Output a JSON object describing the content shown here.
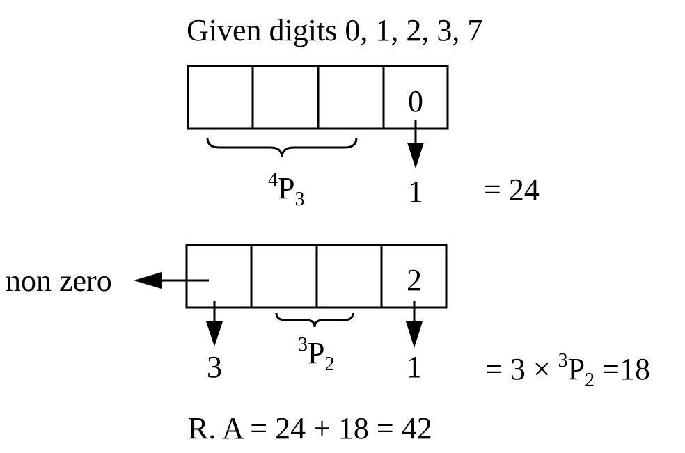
{
  "title": "Given digits  0, 1, 2, 3, 7",
  "case1": {
    "last_digit": "0",
    "brace_label": {
      "sup": "4",
      "base": "P",
      "sub": "3"
    },
    "arrow_value": "1",
    "result": "= 24"
  },
  "case2": {
    "last_digit": "2",
    "first_note": "non zero",
    "first_value": "3",
    "brace_label": {
      "sup": "3",
      "base": "P",
      "sub": "2"
    },
    "arrow_value": "1",
    "result": {
      "prefix": "= 3 × ",
      "sup": "3",
      "base": "P",
      "sub": "2",
      "suffix": " =18"
    }
  },
  "answer": "R. A = 24 + 18 = 42"
}
